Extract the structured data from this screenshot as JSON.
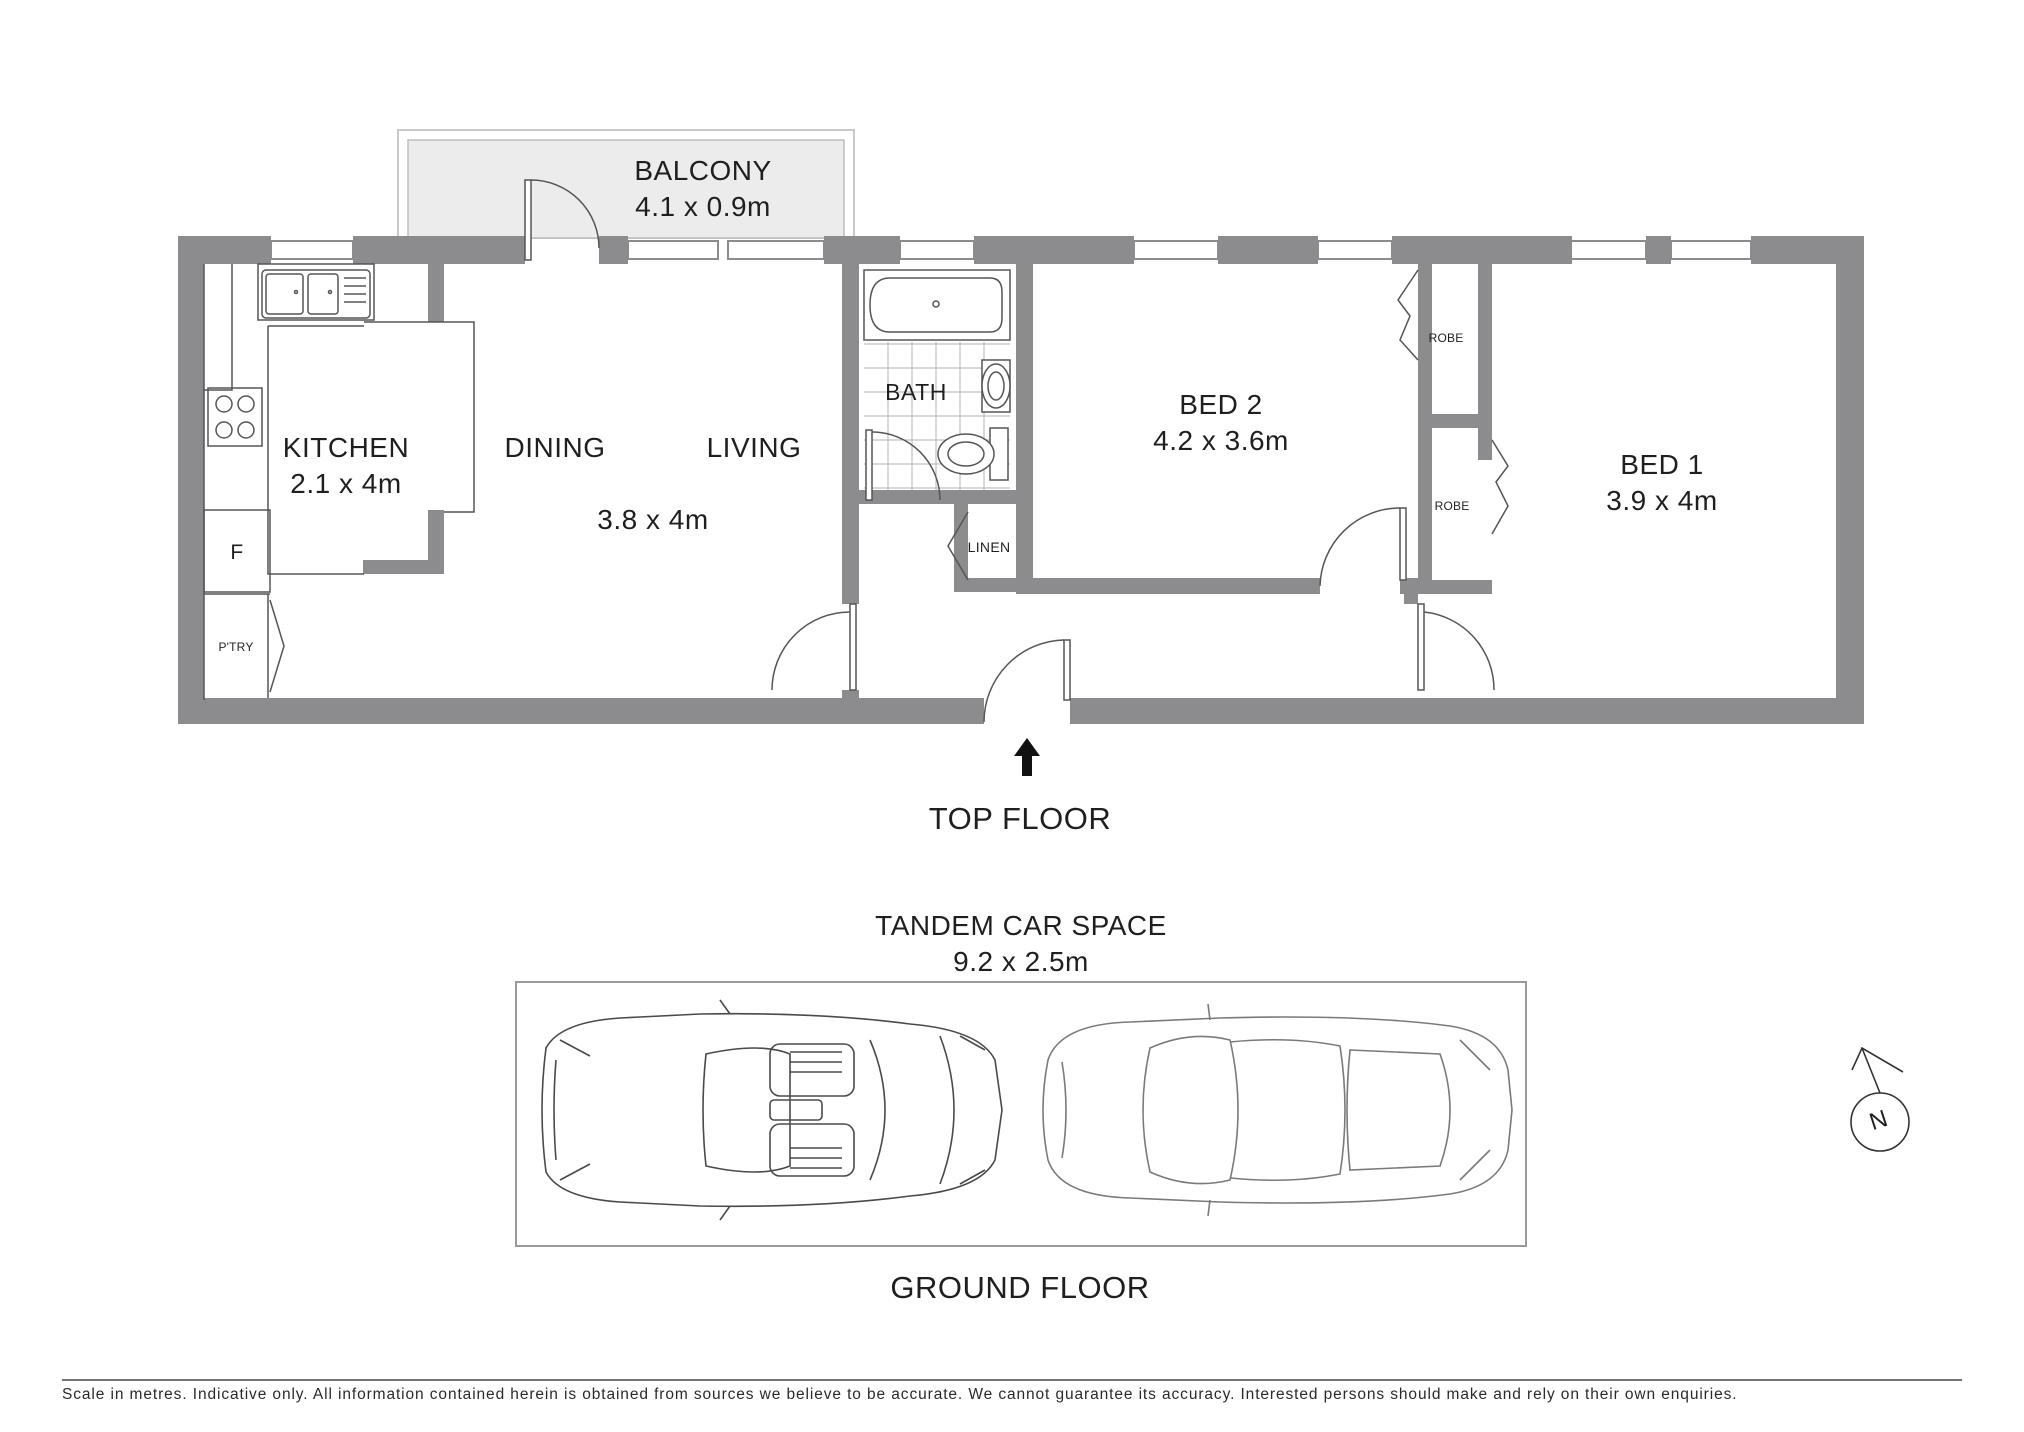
{
  "rooms": {
    "balcony": {
      "name": "BALCONY",
      "size": "4.1 x 0.9m"
    },
    "kitchen": {
      "name": "KITCHEN",
      "size": "2.1 x 4m"
    },
    "dining": {
      "name": "DINING"
    },
    "living": {
      "name": "LIVING",
      "size": "3.8 x 4m"
    },
    "bath": {
      "name": "BATH"
    },
    "bed2": {
      "name": "BED 2",
      "size": "4.2 x 3.6m"
    },
    "bed1": {
      "name": "BED 1",
      "size": "3.9 x 4m"
    },
    "robe_upper": {
      "name": "ROBE"
    },
    "robe_lower": {
      "name": "ROBE"
    },
    "linen": {
      "name": "LINEN"
    },
    "fridge": {
      "name": "F"
    },
    "pantry": {
      "name": "P'TRY"
    }
  },
  "floors": {
    "top": "TOP FLOOR",
    "ground": "GROUND FLOOR"
  },
  "car_space": {
    "name": "TANDEM CAR SPACE",
    "size": "9.2 x 2.5m"
  },
  "compass": {
    "label": "N"
  },
  "disclaimer": "Scale in metres. Indicative only. All information contained herein is obtained from sources we believe to be accurate. We cannot guarantee its accuracy. Interested persons should make and rely on their own enquiries.",
  "colors": {
    "wall": "#8c8c8e",
    "balcony_fill": "#ededed",
    "line": "#555555"
  }
}
